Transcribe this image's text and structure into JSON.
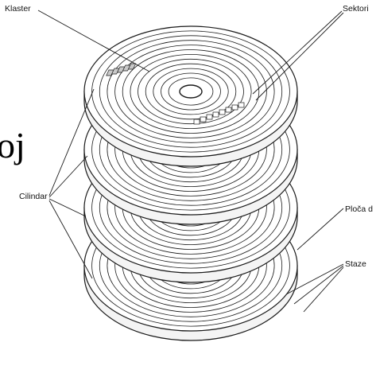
{
  "labels": {
    "klaster": "Klaster",
    "sektori": "Sektori",
    "cilindar": "Cilindar",
    "ploca": "Ploča d",
    "staze": "Staze"
  },
  "background_text": "oj",
  "colors": {
    "line": "#1a1a1a",
    "platter_fill": "#ffffff",
    "edge_fill": "#f4f4f4"
  }
}
